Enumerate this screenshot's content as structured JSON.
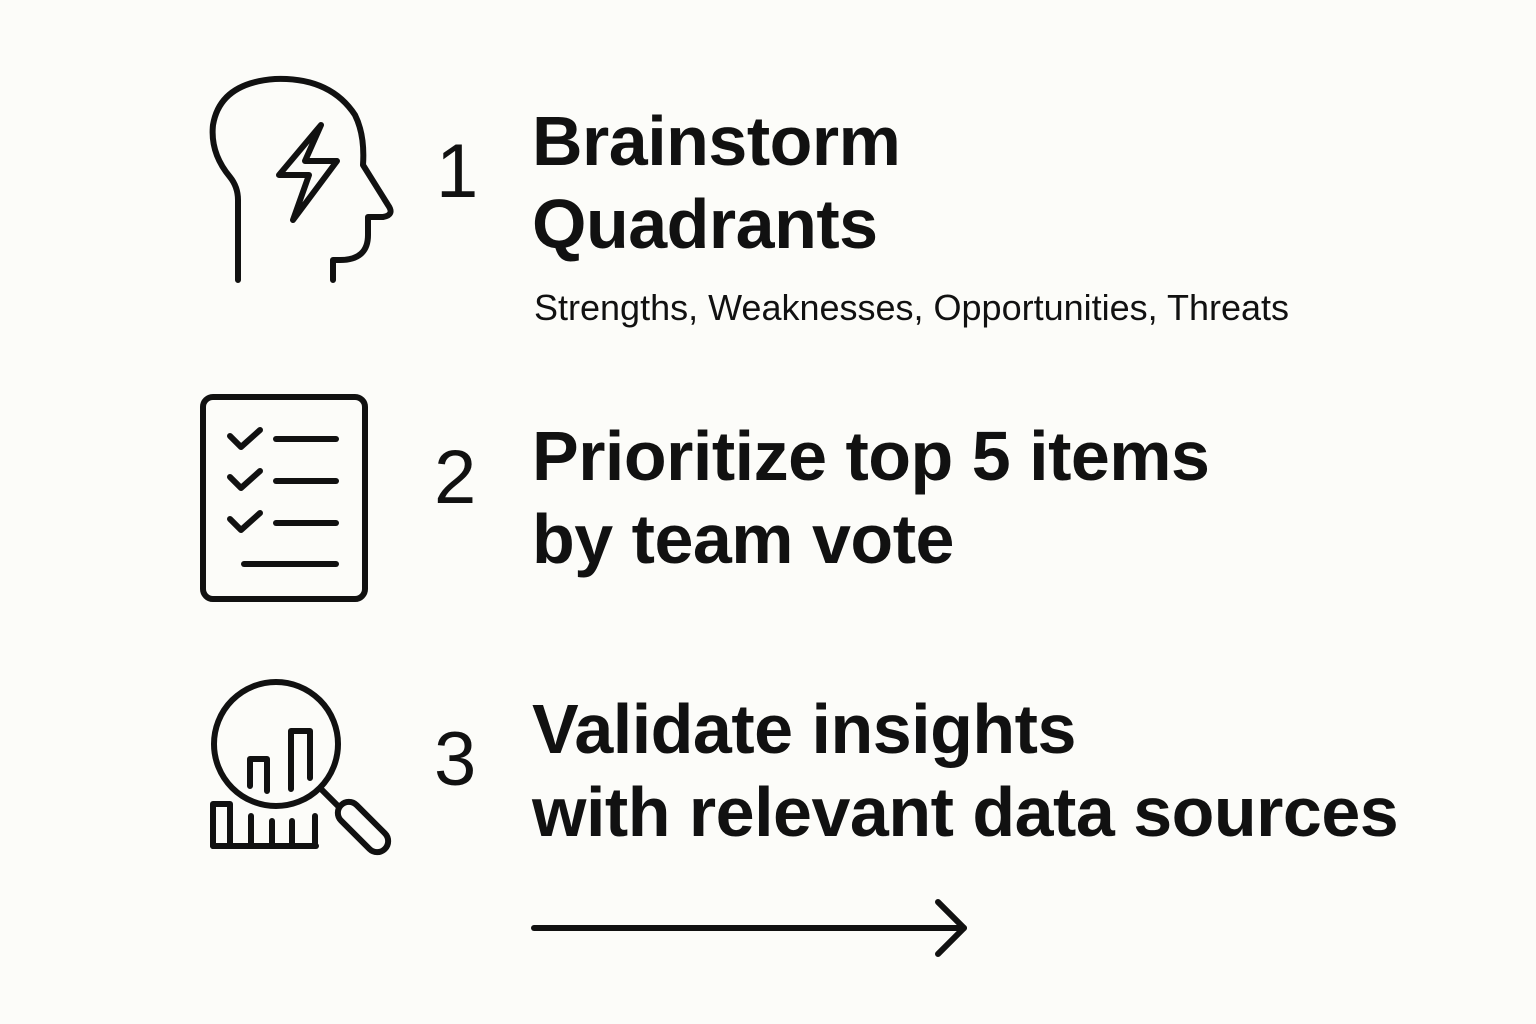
{
  "steps": [
    {
      "number": "1",
      "title_line1": "Brainstorm",
      "title_line2": "Quadrants",
      "subtitle": "Strengths, Weaknesses, Opportunities, Threats",
      "icon": "head-lightning-icon"
    },
    {
      "number": "2",
      "title_line1": "Prioritize top 5 items",
      "title_line2": "by team vote",
      "icon": "checklist-icon"
    },
    {
      "number": "3",
      "title_line1": "Validate insights",
      "title_line2": "with relevant data sources",
      "icon": "magnifier-chart-icon"
    }
  ],
  "footer": {
    "icon": "arrow-right-icon"
  },
  "colors": {
    "background": "#fcfcf9",
    "ink": "#111111"
  }
}
